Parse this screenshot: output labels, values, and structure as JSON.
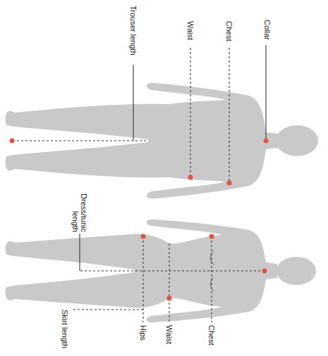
{
  "diagram": {
    "labels": [
      "Collar",
      "Chest",
      "Waist",
      "Trouser length",
      "Dress/tunic length",
      "Chest",
      "Waist",
      "Hips",
      "Skirt length"
    ]
  }
}
